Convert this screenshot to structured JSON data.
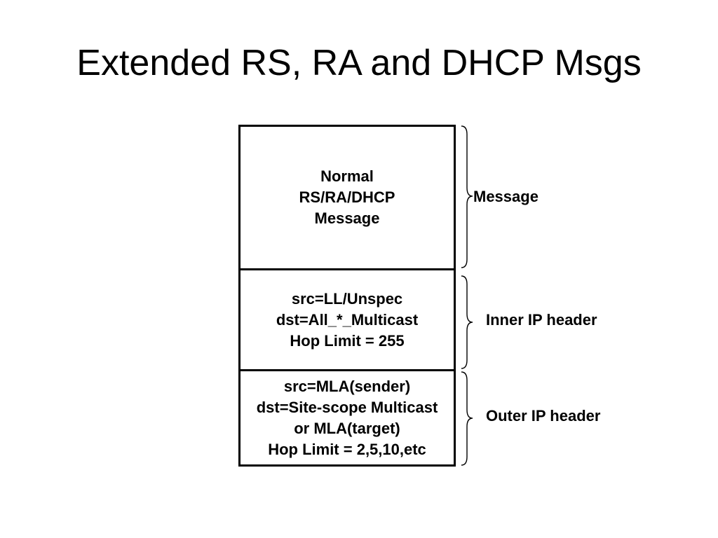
{
  "slide": {
    "title": "Extended RS, RA and DHCP Msgs"
  },
  "layers": {
    "message": {
      "lines": [
        "Normal",
        "RS/RA/DHCP",
        "Message"
      ]
    },
    "inner_ip_header": {
      "lines": [
        "src=LL/Unspec",
        "dst=All_*_Multicast",
        "Hop Limit = 255"
      ]
    },
    "outer_ip_header": {
      "lines": [
        "src=MLA(sender)",
        "dst=Site-scope Multicast",
        "or MLA(target)",
        "Hop Limit = 2,5,10,etc"
      ]
    }
  },
  "labels": {
    "message": "Message",
    "inner_ip_header": "Inner IP header",
    "outer_ip_header": "Outer IP header"
  }
}
